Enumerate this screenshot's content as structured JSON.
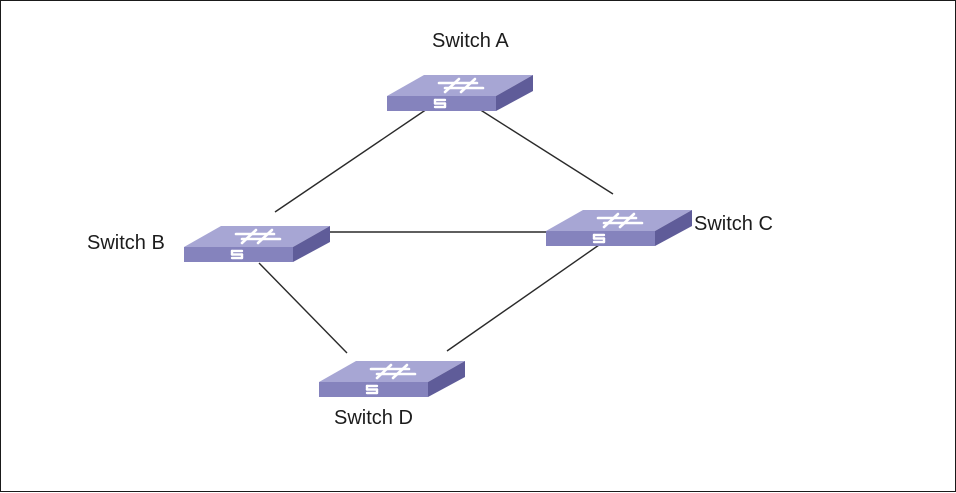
{
  "diagram": {
    "switches": [
      {
        "id": "a",
        "label": "Switch A"
      },
      {
        "id": "b",
        "label": "Switch B"
      },
      {
        "id": "c",
        "label": "Switch C"
      },
      {
        "id": "d",
        "label": "Switch D"
      }
    ],
    "links": [
      {
        "from": "Switch A",
        "to": "Switch B"
      },
      {
        "from": "Switch A",
        "to": "Switch C"
      },
      {
        "from": "Switch B",
        "to": "Switch C"
      },
      {
        "from": "Switch B",
        "to": "Switch D"
      },
      {
        "from": "Switch C",
        "to": "Switch D"
      }
    ],
    "colors": {
      "switch_top": "#a7a6d4",
      "switch_front": "#8583bd",
      "switch_side": "#5f5c99",
      "link": "#2a2a2a",
      "frame": "#1a1a1a"
    }
  }
}
